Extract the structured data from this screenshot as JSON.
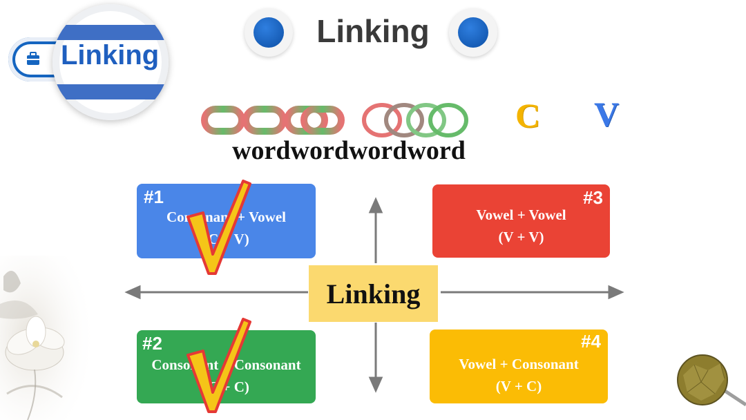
{
  "badge": {
    "label": "Linking",
    "icon": "briefcase-icon"
  },
  "title": "Linking",
  "letters": {
    "consonant": "C",
    "vowel": "V"
  },
  "word_row": "wordwordwordword",
  "center": "Linking",
  "quadrants": [
    {
      "num": "#1",
      "line1": "Consonant + Vowel",
      "line2": "(C + V)",
      "color": "#4a86e8",
      "checked": true
    },
    {
      "num": "#2",
      "line1": "Consonant + Consonant",
      "line2": "(C + C)",
      "color": "#34a853",
      "checked": true
    },
    {
      "num": "#3",
      "line1": "Vowel + Vowel",
      "line2": "(V + V)",
      "color": "#ea4335",
      "checked": false
    },
    {
      "num": "#4",
      "line1": "Vowel + Consonant",
      "line2": "(V + C)",
      "color": "#fbbc05",
      "checked": false
    }
  ],
  "colors": {
    "letter_c": "#f4b400",
    "letter_v": "#3b78e7",
    "arrows": "#7a7a7a",
    "checkmark_fill": "#f5c518",
    "checkmark_stroke": "#e53935"
  }
}
